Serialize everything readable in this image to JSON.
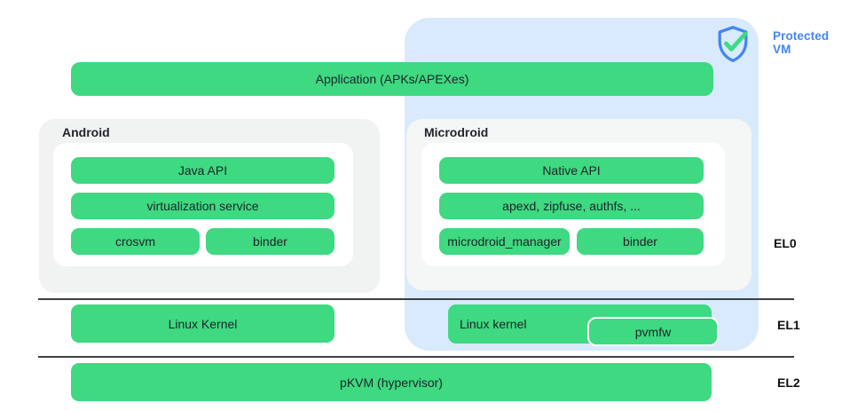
{
  "diagram": {
    "protected_vm": {
      "label": "Protected VM"
    },
    "application": {
      "label": "Application (APKs/APEXes)"
    },
    "android": {
      "title": "Android",
      "java_api": "Java API",
      "virtualization_service": "virtualization service",
      "crosvm": "crosvm",
      "binder": "binder"
    },
    "microdroid": {
      "title": "Microdroid",
      "native_api": "Native API",
      "apexd": "apexd, zipfuse, authfs, ...",
      "microdroid_manager": "microdroid_manager",
      "binder": "binder"
    },
    "el1": {
      "linux_kernel_android": "Linux Kernel",
      "linux_kernel_microdroid": "Linux kernel",
      "pvmfw": "pvmfw"
    },
    "el2": {
      "pkvm": "pKVM (hypervisor)"
    },
    "levels": {
      "el0": "EL0",
      "el1": "EL1",
      "el2": "EL2"
    }
  },
  "icons": {
    "shield": "shield-check-icon"
  },
  "colors": {
    "bar_green": "#3ED981",
    "check_green": "#3DDC84",
    "protected_panel_blue": "#D8EAFC",
    "accent_blue": "#4285F4",
    "android_panel_gray": "#F1F2F2",
    "microdroid_panel_gray": "#F5F6F6",
    "divider": "#3C4043",
    "text": "#1F2428"
  }
}
